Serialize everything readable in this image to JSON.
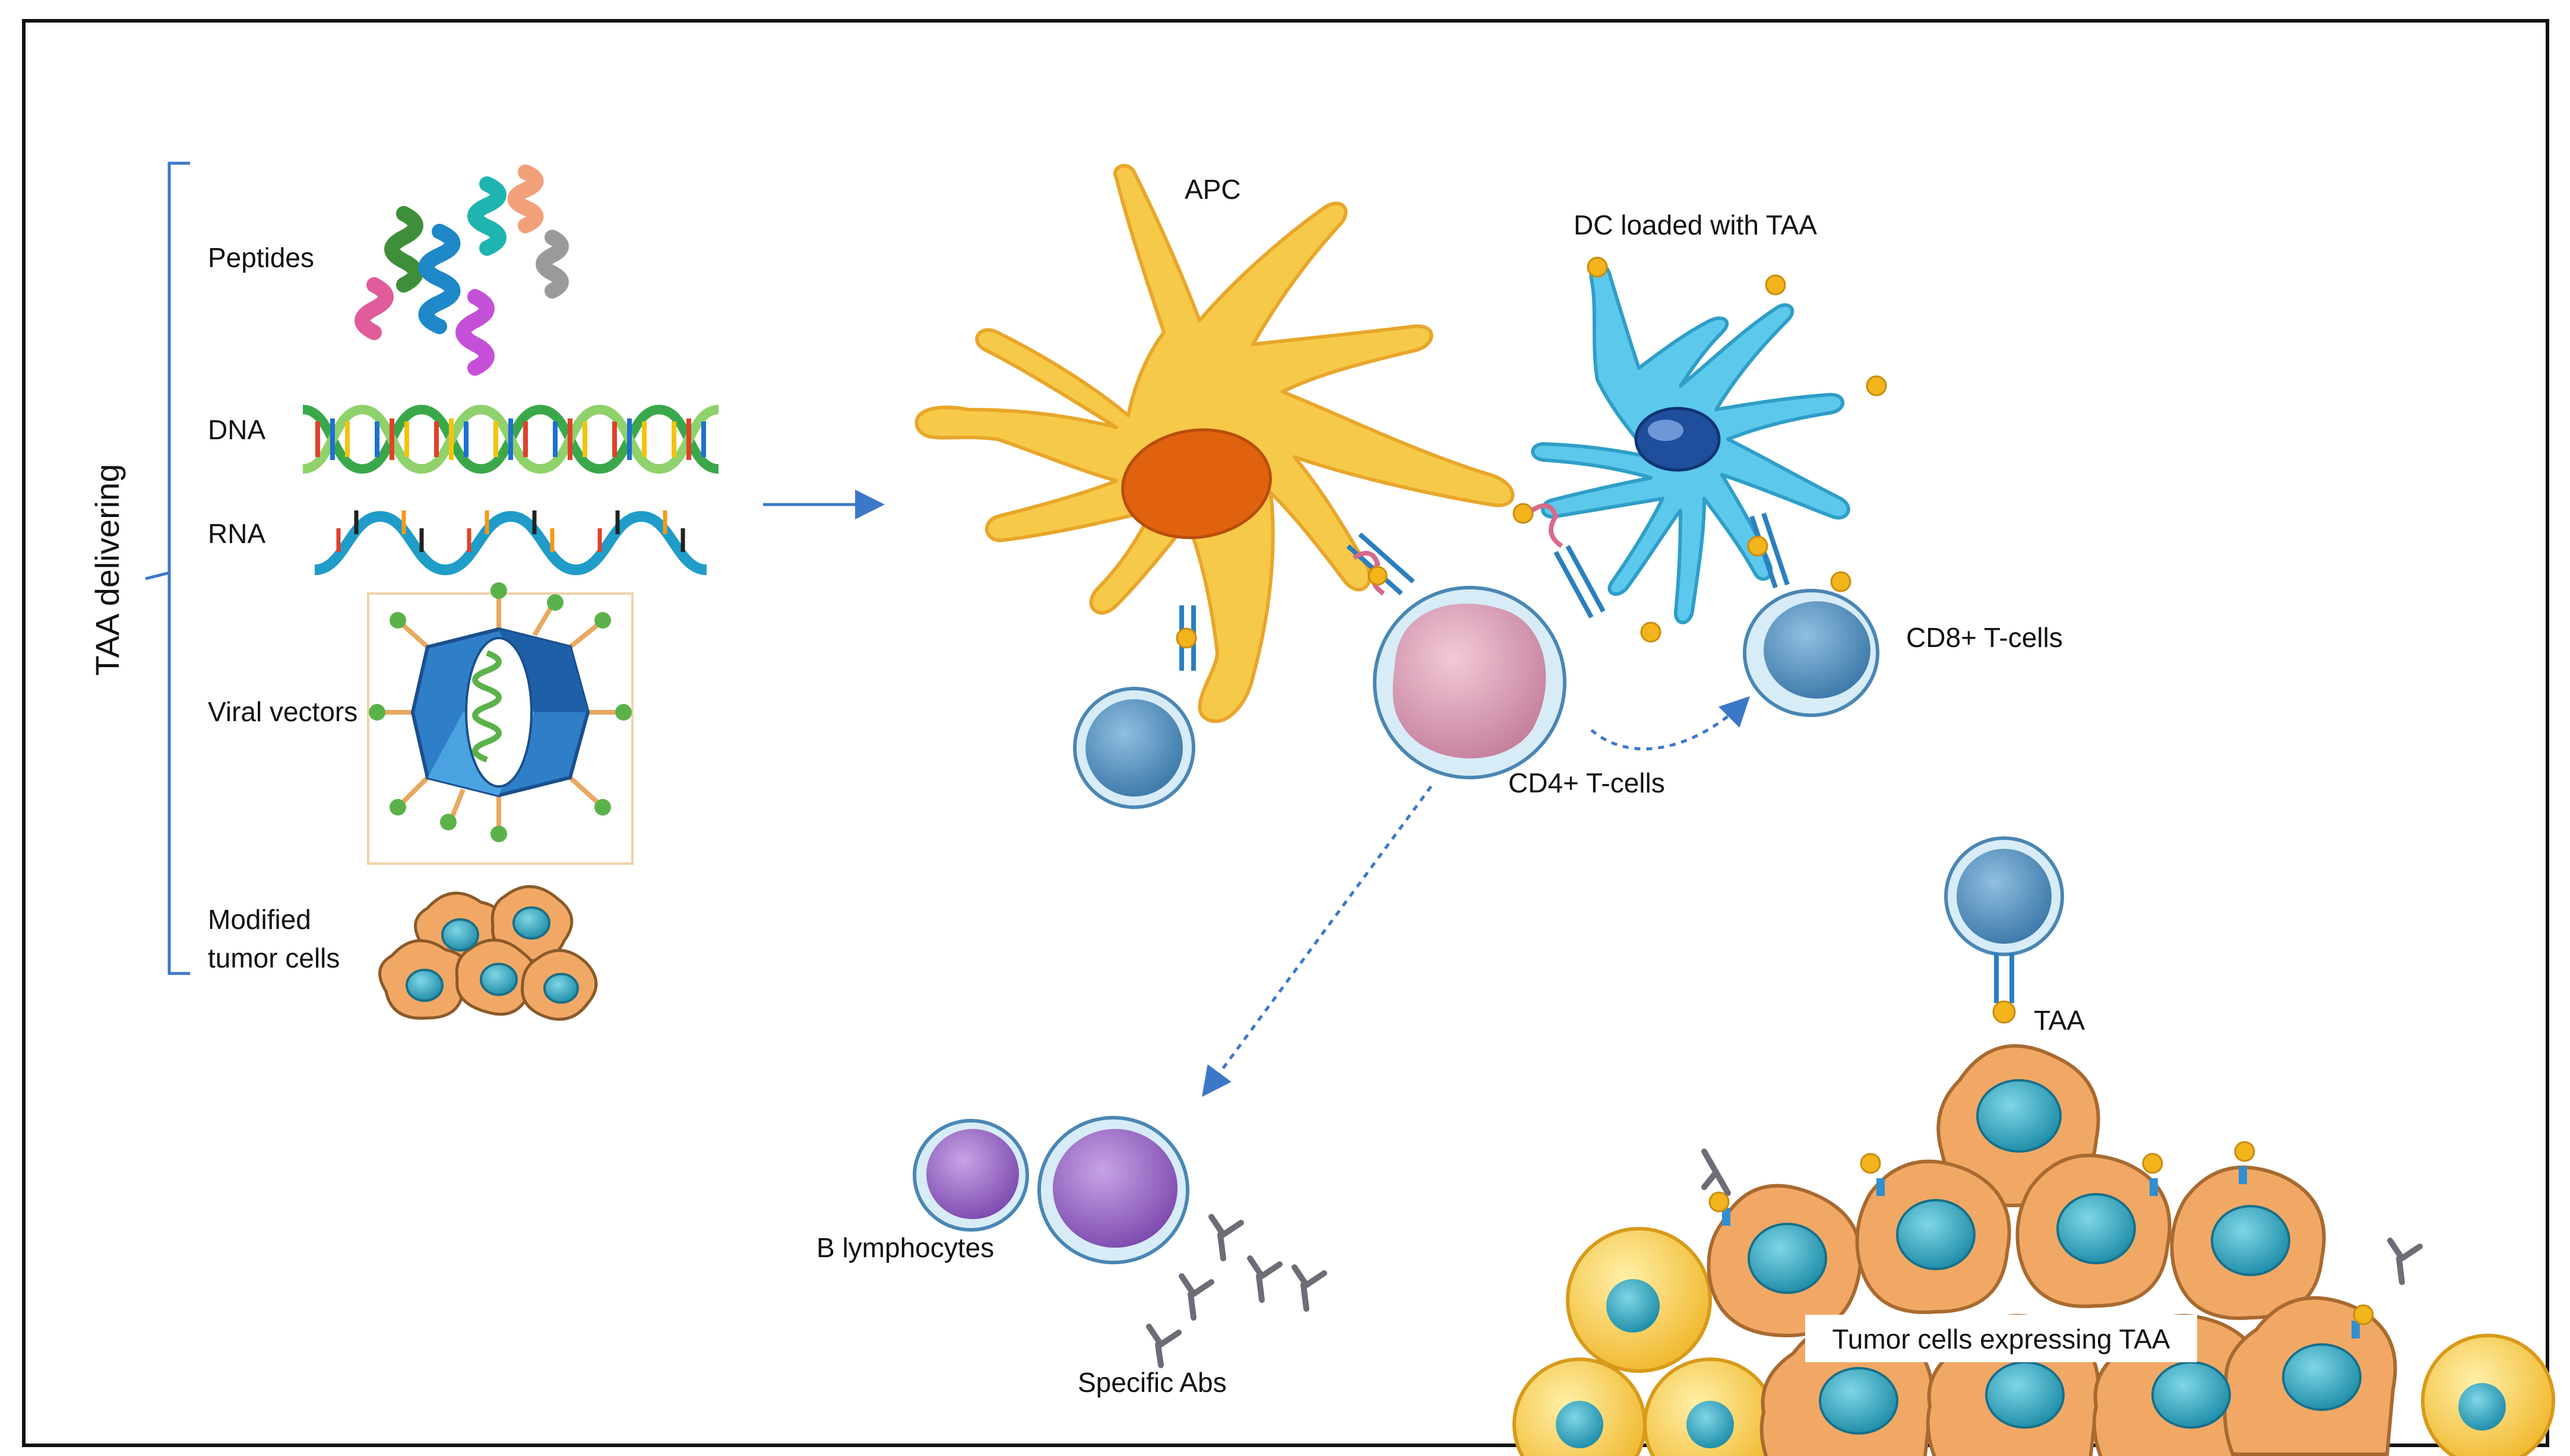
{
  "bracket_label": "TAA delivering",
  "delivery": {
    "peptides": "Peptides",
    "dna": "DNA",
    "rna": "RNA",
    "viral": "Viral vectors",
    "modified_line1": "Modified",
    "modified_line2": "tumor cells"
  },
  "cells": {
    "apc": "APC",
    "dc": "DC loaded with TAA",
    "cd8": "CD8+ T-cells",
    "cd4": "CD4+ T-cells",
    "b_lymphocytes": "B lymphocytes",
    "specific_abs": "Specific Abs",
    "taa": "TAA",
    "tumor": "Tumor cells expressing TAA"
  },
  "colors": {
    "apc": "#f7c948",
    "apc_nucleus": "#e0620f",
    "dc": "#5cc8ec",
    "dc_nucleus": "#1f4e9c",
    "tcell": "#4a86b4",
    "cd4": "#d9a2b8",
    "bcell": "#9b6cc6",
    "tumor": "#f2a865",
    "tumor_nucleus": "#2aa3bf",
    "antigen": "#f3b41c",
    "arrow": "#3c78c8"
  }
}
